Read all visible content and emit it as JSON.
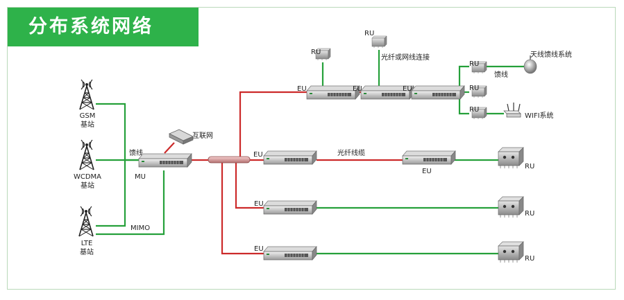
{
  "title": "分布系统网络",
  "colors": {
    "title_bg": "#2eb24a",
    "fiber": "#cc2a2a",
    "coax": "#25a03a",
    "frame": "#b9d9b9"
  },
  "icons": {
    "tower": "cell-tower-icon",
    "unit": "rack-unit-icon",
    "ru": "remote-unit-icon",
    "router": "router-icon",
    "antenna": "antenna-icon"
  },
  "sources": [
    {
      "name": "GSM",
      "sub": "基站"
    },
    {
      "name": "WCDMA",
      "sub": "基站"
    },
    {
      "name": "LTE",
      "sub": "基站"
    }
  ],
  "labels": {
    "feeder": "馈线",
    "mu": "MU",
    "mimo": "MIMO",
    "internet": "互联网",
    "fiber_cable": "光纤线缆",
    "fiber_cascade": "光纤或网线连接",
    "antenna_system": "天线馈线系统",
    "feeder_line": "馈线",
    "wifi": "WIFI系统",
    "eu": "EU",
    "ru": "RU"
  }
}
